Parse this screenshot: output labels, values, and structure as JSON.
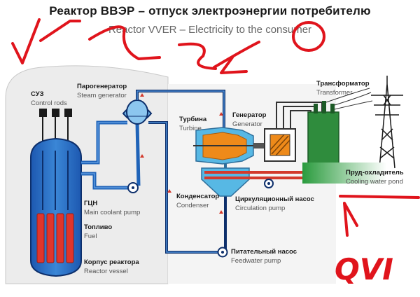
{
  "title": {
    "ru": "Реактор ВВЭР – отпуск электроэнергии потребителю",
    "en": "Reactor VVER – Electricity to the consumer"
  },
  "labels": {
    "control_rods": {
      "ru": "СУЗ",
      "en": "Control rods"
    },
    "steam_generator": {
      "ru": "Парогенератор",
      "en": "Steam generator"
    },
    "turbine": {
      "ru": "Турбина",
      "en": "Turbine"
    },
    "generator": {
      "ru": "Генератор",
      "en": "Generator"
    },
    "transformer": {
      "ru": "Трансформатор",
      "en": "Transformer"
    },
    "cooling_pond": {
      "ru": "Пруд-охладитель",
      "en": "Cooling water pond"
    },
    "main_coolant_pump": {
      "ru": "ГЦН",
      "en": "Main coolant pump"
    },
    "condenser": {
      "ru": "Конденсатор",
      "en": "Condenser"
    },
    "circulation_pump": {
      "ru": "Циркуляционный насос",
      "en": "Circulation pump"
    },
    "fuel": {
      "ru": "Топливо",
      "en": "Fuel"
    },
    "reactor_vessel": {
      "ru": "Корпус реактора",
      "en": "Reactor vessel"
    },
    "feedwater_pump": {
      "ru": "Питательный насос",
      "en": "Feedwater pump"
    }
  },
  "handwriting": {
    "bottom_right": "QVI"
  },
  "colors": {
    "primary_loop": "#1f63b8",
    "secondary_loop": "#0d2f6b",
    "turbine": "#57b8e4",
    "generator_core": "#ee8a1a",
    "cooling_water": "#2a9b3d",
    "transformer": "#2f8c3d",
    "fuel": "#e0352b",
    "annotation": "#e0141c"
  }
}
